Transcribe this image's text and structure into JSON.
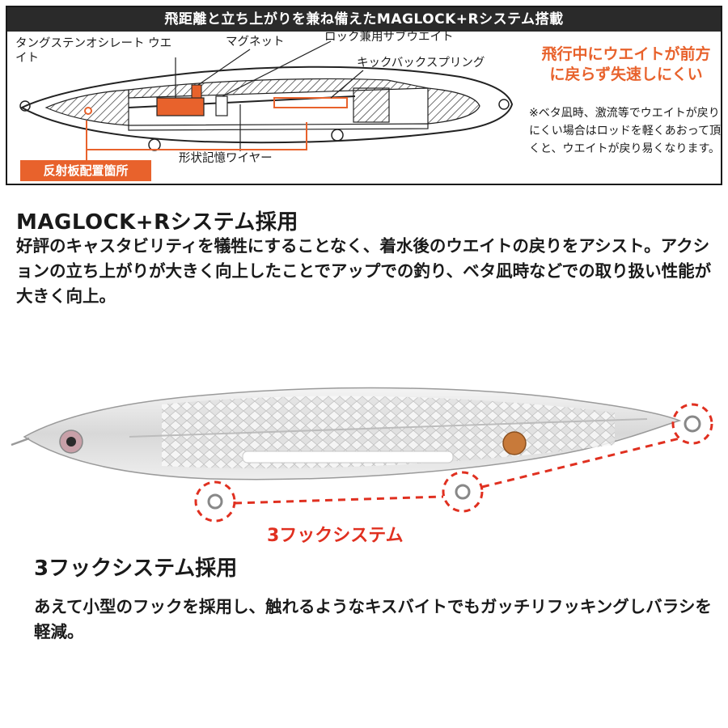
{
  "diagram": {
    "banner": "飛距離と立ち上がりを兼ね備えたMAGLOCK+Rシステム搭載",
    "labels": {
      "tungsten": "タングステンオシレート ウエイト",
      "magnet": "マグネット",
      "sub_weight": "ロック兼用サブウエイト",
      "kickback": "キックバックスプリング",
      "wire": "形状記憶ワイヤー",
      "reflector": "反射板配置箇所"
    },
    "warning_lines": [
      "飛行中にウエイトが前方",
      "に戻らず失速しにくい"
    ],
    "note": "※ベタ凪時、激流等でウエイトが戻りにくい場合はロッドを軽くあおって頂くと、ウエイトが戻り易くなります。"
  },
  "section1": {
    "heading": "MAGLOCK+Rシステム採用",
    "body": "好評のキャスタビリティを犠牲にすることなく、着水後のウエイトの戻りをアシスト。アクションの立ち上がりが大きく向上したことでアップでの釣り、ベタ凪時などでの取り扱い性能が大きく向上。"
  },
  "lure": {
    "hook_caption": "3フックシステム"
  },
  "section2": {
    "heading": "3フックシステム採用",
    "body": "あえて小型のフックを採用し、触れるようなキスバイトでもガッチリフッキングしバラシを軽減。"
  },
  "colors": {
    "accent_orange": "#e8622c",
    "dashed_red": "#e03020",
    "banner_bg": "#2a2a2a"
  }
}
